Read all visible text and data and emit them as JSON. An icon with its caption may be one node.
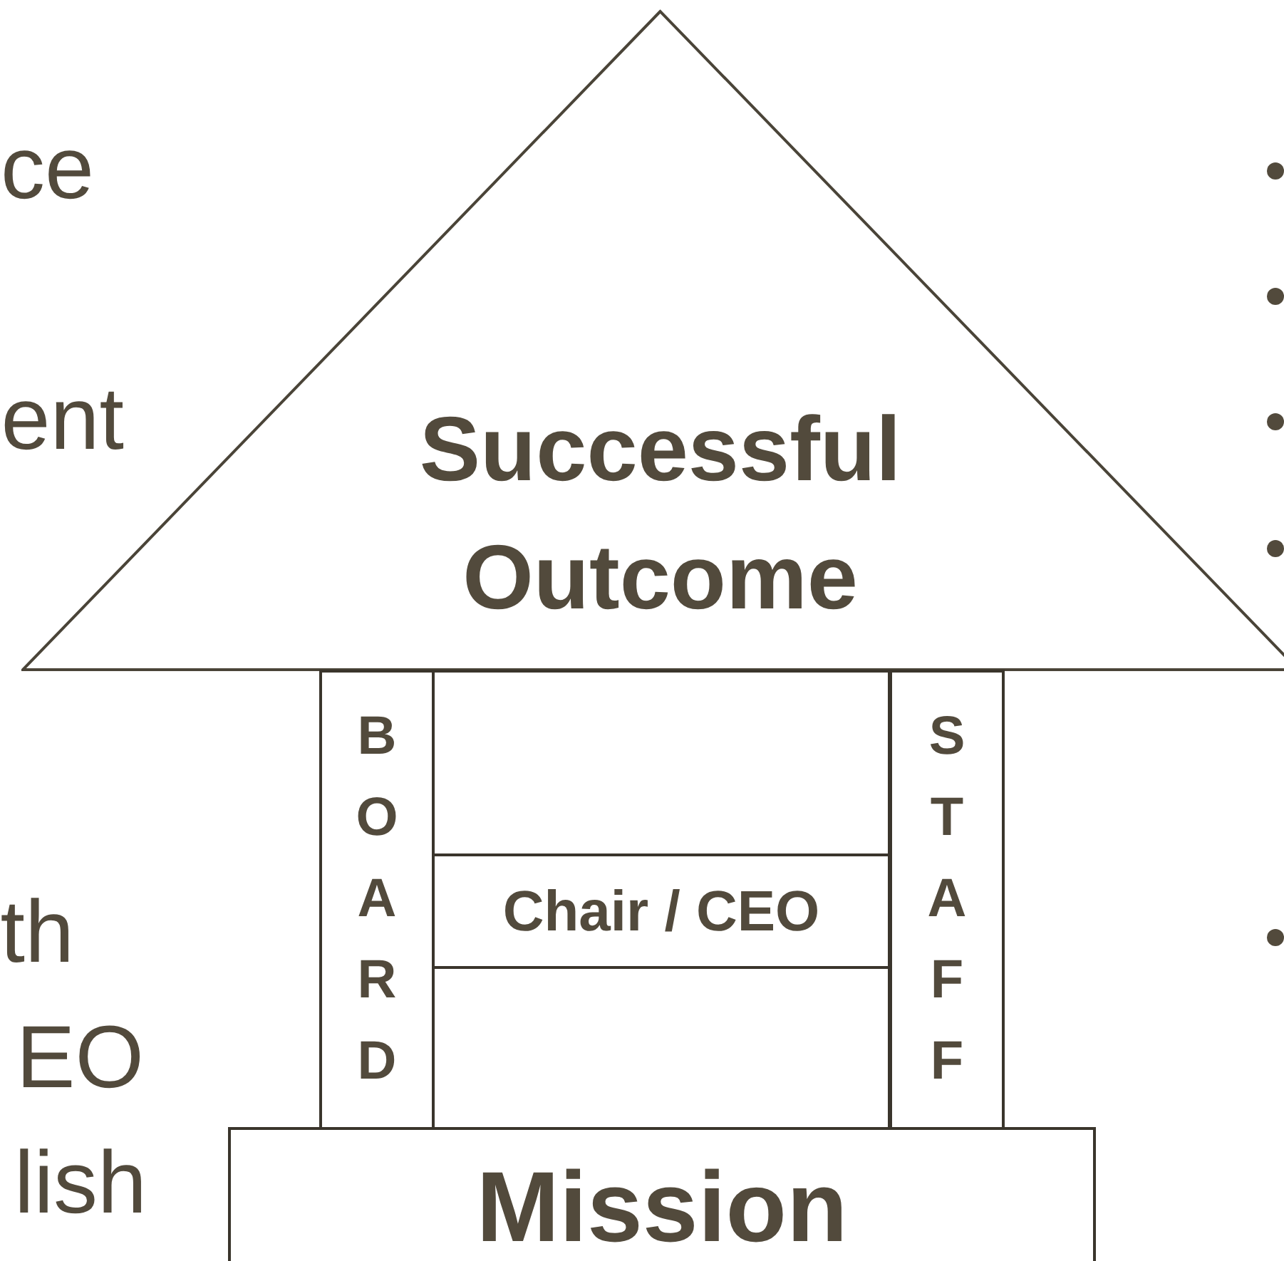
{
  "diagram": {
    "nodes": [
      {
        "text": [
          "Successful Outcome"
        ]
      },
      {
        "text": [
          "B O A R D"
        ]
      },
      {
        "text": [],
        "shape": "box"
      },
      {
        "text": [
          "Chair / CEO"
        ]
      },
      {
        "text": [],
        "shape": "box"
      },
      {
        "text": [
          "S T A F F"
        ]
      },
      {
        "text": [
          "Mission"
        ]
      }
    ],
    "labels": [
      "ce",
      "ent",
      "th",
      "EO",
      "lish"
    ]
  }
}
